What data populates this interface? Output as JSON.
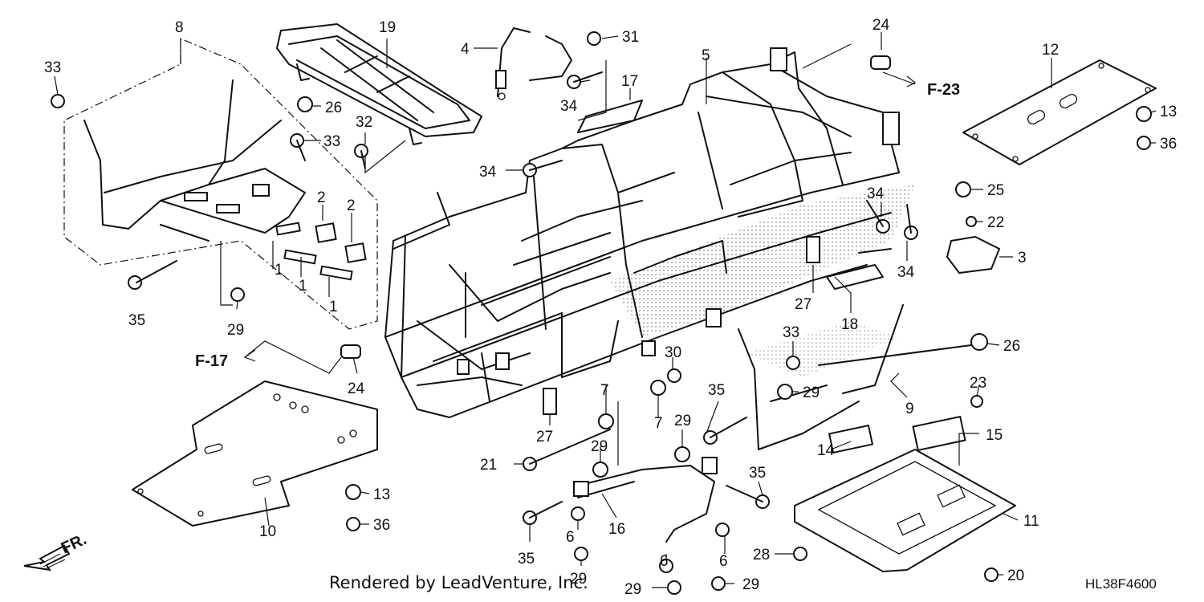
{
  "diagram": {
    "callouts": {
      "c1a": "1",
      "c1b": "1",
      "c1c": "1",
      "c2a": "2",
      "c2b": "2",
      "c3": "3",
      "c4": "4",
      "c5": "5",
      "c6a": "6",
      "c6b": "6",
      "c6c": "6",
      "c7a": "7",
      "c7b": "7",
      "c8": "8",
      "c9": "9",
      "c10": "10",
      "c11": "11",
      "c12": "12",
      "c13a": "13",
      "c13b": "13",
      "c14": "14",
      "c15": "15",
      "c16": "16",
      "c17": "17",
      "c18": "18",
      "c19": "19",
      "c20": "20",
      "c21": "21",
      "c22": "22",
      "c23": "23",
      "c24a": "24",
      "c24b": "24",
      "c25": "25",
      "c26a": "26",
      "c26b": "26",
      "c27a": "27",
      "c27b": "27",
      "c28": "28",
      "c29a": "29",
      "c29b": "29",
      "c29c": "29",
      "c29d": "29",
      "c29e": "29",
      "c29f": "29",
      "c29g": "29",
      "c30": "30",
      "c31": "31",
      "c32": "32",
      "c33a": "33",
      "c33b": "33",
      "c33c": "33",
      "c34a": "34",
      "c34b": "34",
      "c34c": "34",
      "c34d": "34",
      "c35a": "35",
      "c35b": "35",
      "c35c": "35",
      "c35d": "35",
      "c36a": "36",
      "c36b": "36"
    },
    "references": {
      "f23": "F-23",
      "f17": "F-17",
      "fr": "FR."
    },
    "credit": "Rendered by LeadVenture, Inc.",
    "diagram_code": "HL38F4600"
  }
}
